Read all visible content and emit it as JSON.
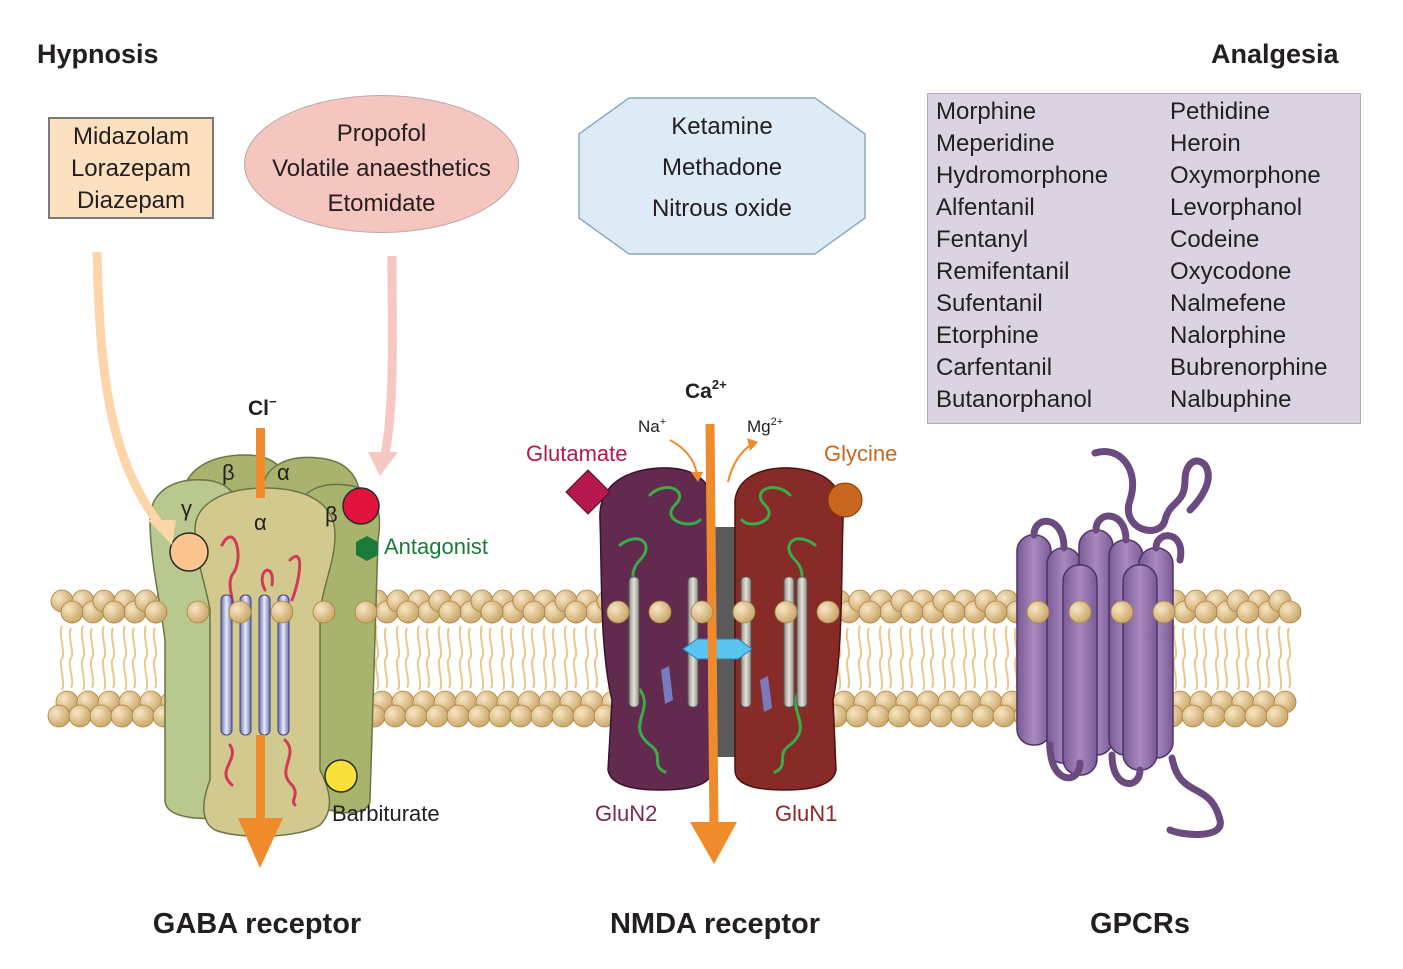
{
  "headings": {
    "hypnosis": "Hypnosis",
    "analgesia": "Analgesia"
  },
  "hypnosis_benzodiazepines": [
    "Midazolam",
    "Lorazepam",
    "Diazepam"
  ],
  "hypnosis_general": [
    "Propofol",
    "Volatile anaesthetics",
    "Etomidate"
  ],
  "nmda_drugs": [
    "Ketamine",
    "Methadone",
    "Nitrous oxide"
  ],
  "opioids": {
    "left": [
      "Morphine",
      "Meperidine",
      "Hydromorphone",
      "Alfentanil",
      "Fentanyl",
      "Remifentanil",
      "Sufentanil",
      "Etorphine",
      "Carfentanil",
      "Butanorphanol"
    ],
    "right": [
      "Pethidine",
      "Heroin",
      "Oxymorphone",
      "Levorphanol",
      "Codeine",
      "Oxycodone",
      "Nalmefene",
      "Nalorphine",
      "Bubrenorphine",
      "Nalbuphine"
    ]
  },
  "gaba": {
    "ion": "Cl",
    "ion_charge": "−",
    "subunits": {
      "beta_back": "β",
      "alpha_back": "α",
      "gamma": "γ",
      "alpha_front": "α",
      "beta_right": "β"
    },
    "antagonist": "Antagonist",
    "barbiturate": "Barbiturate",
    "title": "GABA receptor"
  },
  "nmda": {
    "ion": "Ca",
    "ion_charge": "2+",
    "na": "Na",
    "na_charge": "+",
    "mg": "Mg",
    "mg_charge": "2+",
    "glutamate": "Glutamate",
    "glycine": "Glycine",
    "glun2": "GluN2",
    "glun1": "GluN1",
    "title": "NMDA receptor"
  },
  "gpcr": {
    "title": "GPCRs"
  },
  "colors": {
    "benzo_box": "#fde0bf",
    "general_ellipse": "#f5c6c0",
    "nmda_hex": "#dcebf6",
    "opioid_box": "#dbd3e2",
    "orange_arrow": "#f08b2c",
    "antagonist": "#1a7a3a",
    "glutamate": "#b5174f",
    "glycine": "#c9671f",
    "glun2": "#5e1f45",
    "glun1": "#7d2424",
    "gpcr": "#8d6ea6",
    "lipid_head": "#e3c48e"
  }
}
